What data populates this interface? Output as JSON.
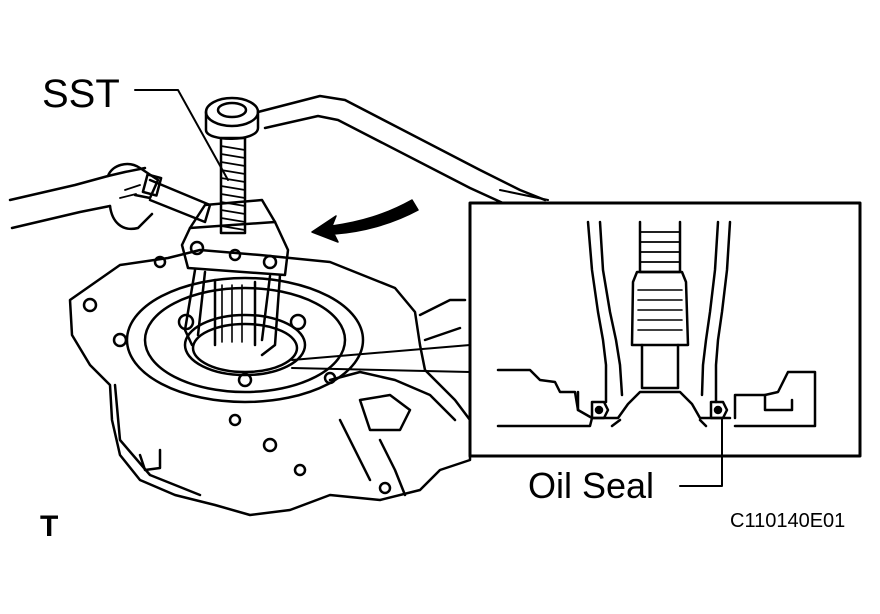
{
  "labels": {
    "sst": "SST",
    "oil_seal": "Oil Seal",
    "view_marker": "T",
    "figure_code": "C110140E01"
  },
  "icons": [
    "wrench-icon",
    "rotation-arrow-icon",
    "gear-puller-icon"
  ],
  "colors": {
    "line": "#000000",
    "background": "#ffffff"
  }
}
